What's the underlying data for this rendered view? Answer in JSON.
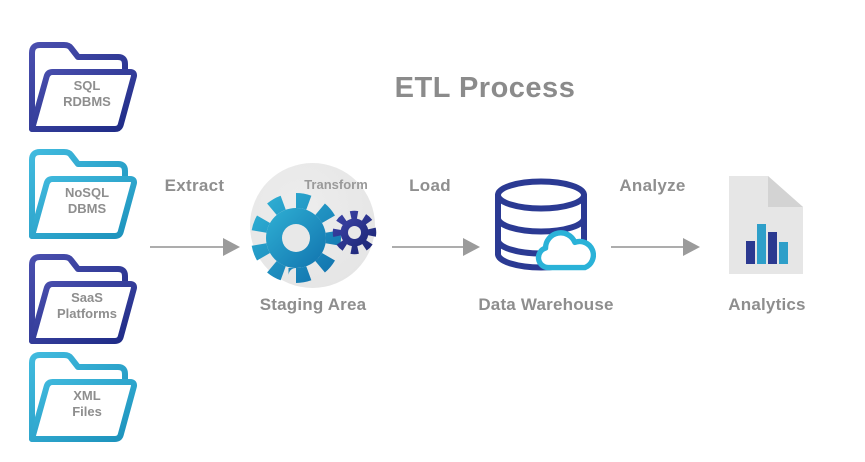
{
  "title": "ETL Process",
  "sources": [
    {
      "line1": "SQL",
      "line2": "RDBMS"
    },
    {
      "line1": "NoSQL",
      "line2": "DBMS"
    },
    {
      "line1": "SaaS",
      "line2": "Platforms"
    },
    {
      "line1": "XML",
      "line2": "Files"
    }
  ],
  "flow": {
    "extract_label": "Extract",
    "transform_label": "Transform",
    "staging_label": "Staging Area",
    "load_label": "Load",
    "warehouse_label": "Data Warehouse",
    "analyze_label": "Analyze",
    "analytics_label": "Analytics"
  },
  "icons": {
    "sources": [
      "folder-icon",
      "folder-icon",
      "folder-icon",
      "folder-icon"
    ],
    "staging": [
      "gear-large-icon",
      "gear-small-icon"
    ],
    "warehouse": [
      "database-icon",
      "cloud-icon"
    ],
    "analytics": [
      "document-icon",
      "bar-chart-icon"
    ],
    "connectors": [
      "arrow-icon",
      "arrow-icon",
      "arrow-icon"
    ]
  },
  "palette": {
    "navy": "#2b3990",
    "navy_gradient": [
      "#4a4fae",
      "#1d2a85"
    ],
    "cyan": "#2ab2d8",
    "cyan_gradient": [
      "#41bade",
      "#1b91bb"
    ],
    "teal_gear_gradient": [
      "#2fb0d4",
      "#1173ae"
    ],
    "navy_gear_gradient": [
      "#3a41a3",
      "#1c2677"
    ],
    "text_gray": "#8e8e8e",
    "arrow_gray": "#9b9b9b",
    "circle_gray": "#e8e8e8",
    "document_gray": "#e6e6e6",
    "fold_gray": "#d3d3d3"
  }
}
